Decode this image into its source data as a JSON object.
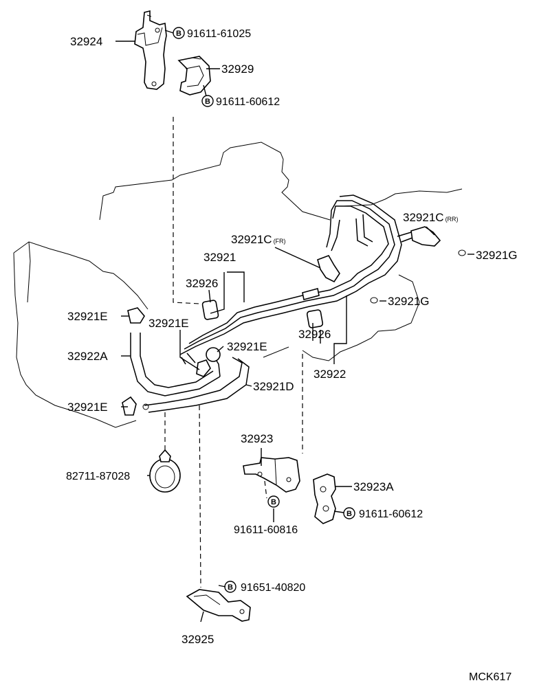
{
  "parts": {
    "p32924": "32924",
    "p91611_61025": "91611-61025",
    "p32929": "32929",
    "p91611_60612_top": "91611-60612",
    "p32921C_rr": "32921C",
    "rr_tag": "(RR)",
    "p32921G_right": "32921G",
    "p32921C_fr": "32921C",
    "fr_tag": "(FR)",
    "p32921": "32921",
    "p32926_left": "32926",
    "p32921G_mid": "32921G",
    "p32921E_left": "32921E",
    "p32921E_mid": "32921E",
    "p32921E_right": "32921E",
    "p32926_right": "32926",
    "p32922A": "32922A",
    "p32922": "32922",
    "p32921D": "32921D",
    "p32921E_bottom": "32921E",
    "p82711_87028": "82711-87028",
    "p32923": "32923",
    "p32923A": "32923A",
    "p91611_60612_bottom": "91611-60612",
    "p91611_60816": "91611-60816",
    "p91651_40820": "91651-40820",
    "p32925": "32925"
  },
  "bolt_mark": "B",
  "footer": {
    "code": "MCK617"
  }
}
